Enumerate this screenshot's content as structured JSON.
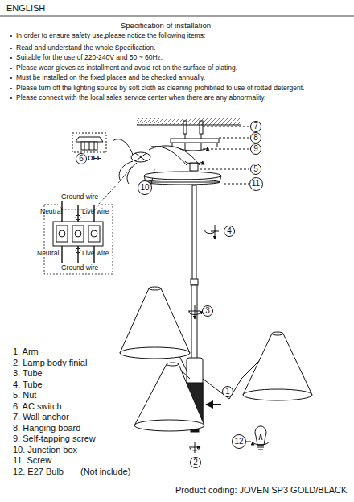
{
  "diagram": {
    "title": "Specification of installation",
    "nodes": [
      {
        "text": [
          "7"
        ]
      },
      {
        "text": [
          "8"
        ]
      },
      {
        "text": [
          "9"
        ]
      },
      {
        "text": [
          "6"
        ]
      },
      {
        "text": [
          "5"
        ]
      },
      {
        "text": [
          "11"
        ]
      },
      {
        "text": [
          "10"
        ]
      },
      {
        "text": [
          "4"
        ]
      },
      {
        "text": [
          "3"
        ]
      },
      {
        "text": [
          "1"
        ]
      },
      {
        "text": [
          "12"
        ]
      },
      {
        "text": [
          "2"
        ]
      }
    ],
    "edges": [],
    "labels": [
      "ENGLISH",
      "In order to ensure safety use,please notice the following items:",
      "Read and understand the whole Specification.",
      "Suitable for the use of 220-240V and 50 ~ 60Hz.",
      "Please wear gloves as installment and avoid rot on the surface of plating.",
      "Must be installed on the fixed places and be checked annually.",
      "Please turn off the lighting source by soft cloth as cleaning prohibited to use of rotted detergent.",
      "Please connect with the local sales service center when there are any abnormality.",
      "OFF",
      "Ground wire",
      "Neutral",
      "Live wire",
      "Neutral",
      "Live wire",
      "Ground wire",
      "1. Arm",
      "2. Lamp body finial",
      "3. Tube",
      "4. Tube",
      "5. Nut",
      "6. AC switch",
      "7. Wall anchor",
      "8. Hanging board",
      "9. Self-tapping screw",
      "10. Junction box",
      "11. Screw",
      "12. E27 Bulb",
      "(Not include)",
      "Product coding: JOVEN SP3 GOLD/BLACK"
    ]
  }
}
